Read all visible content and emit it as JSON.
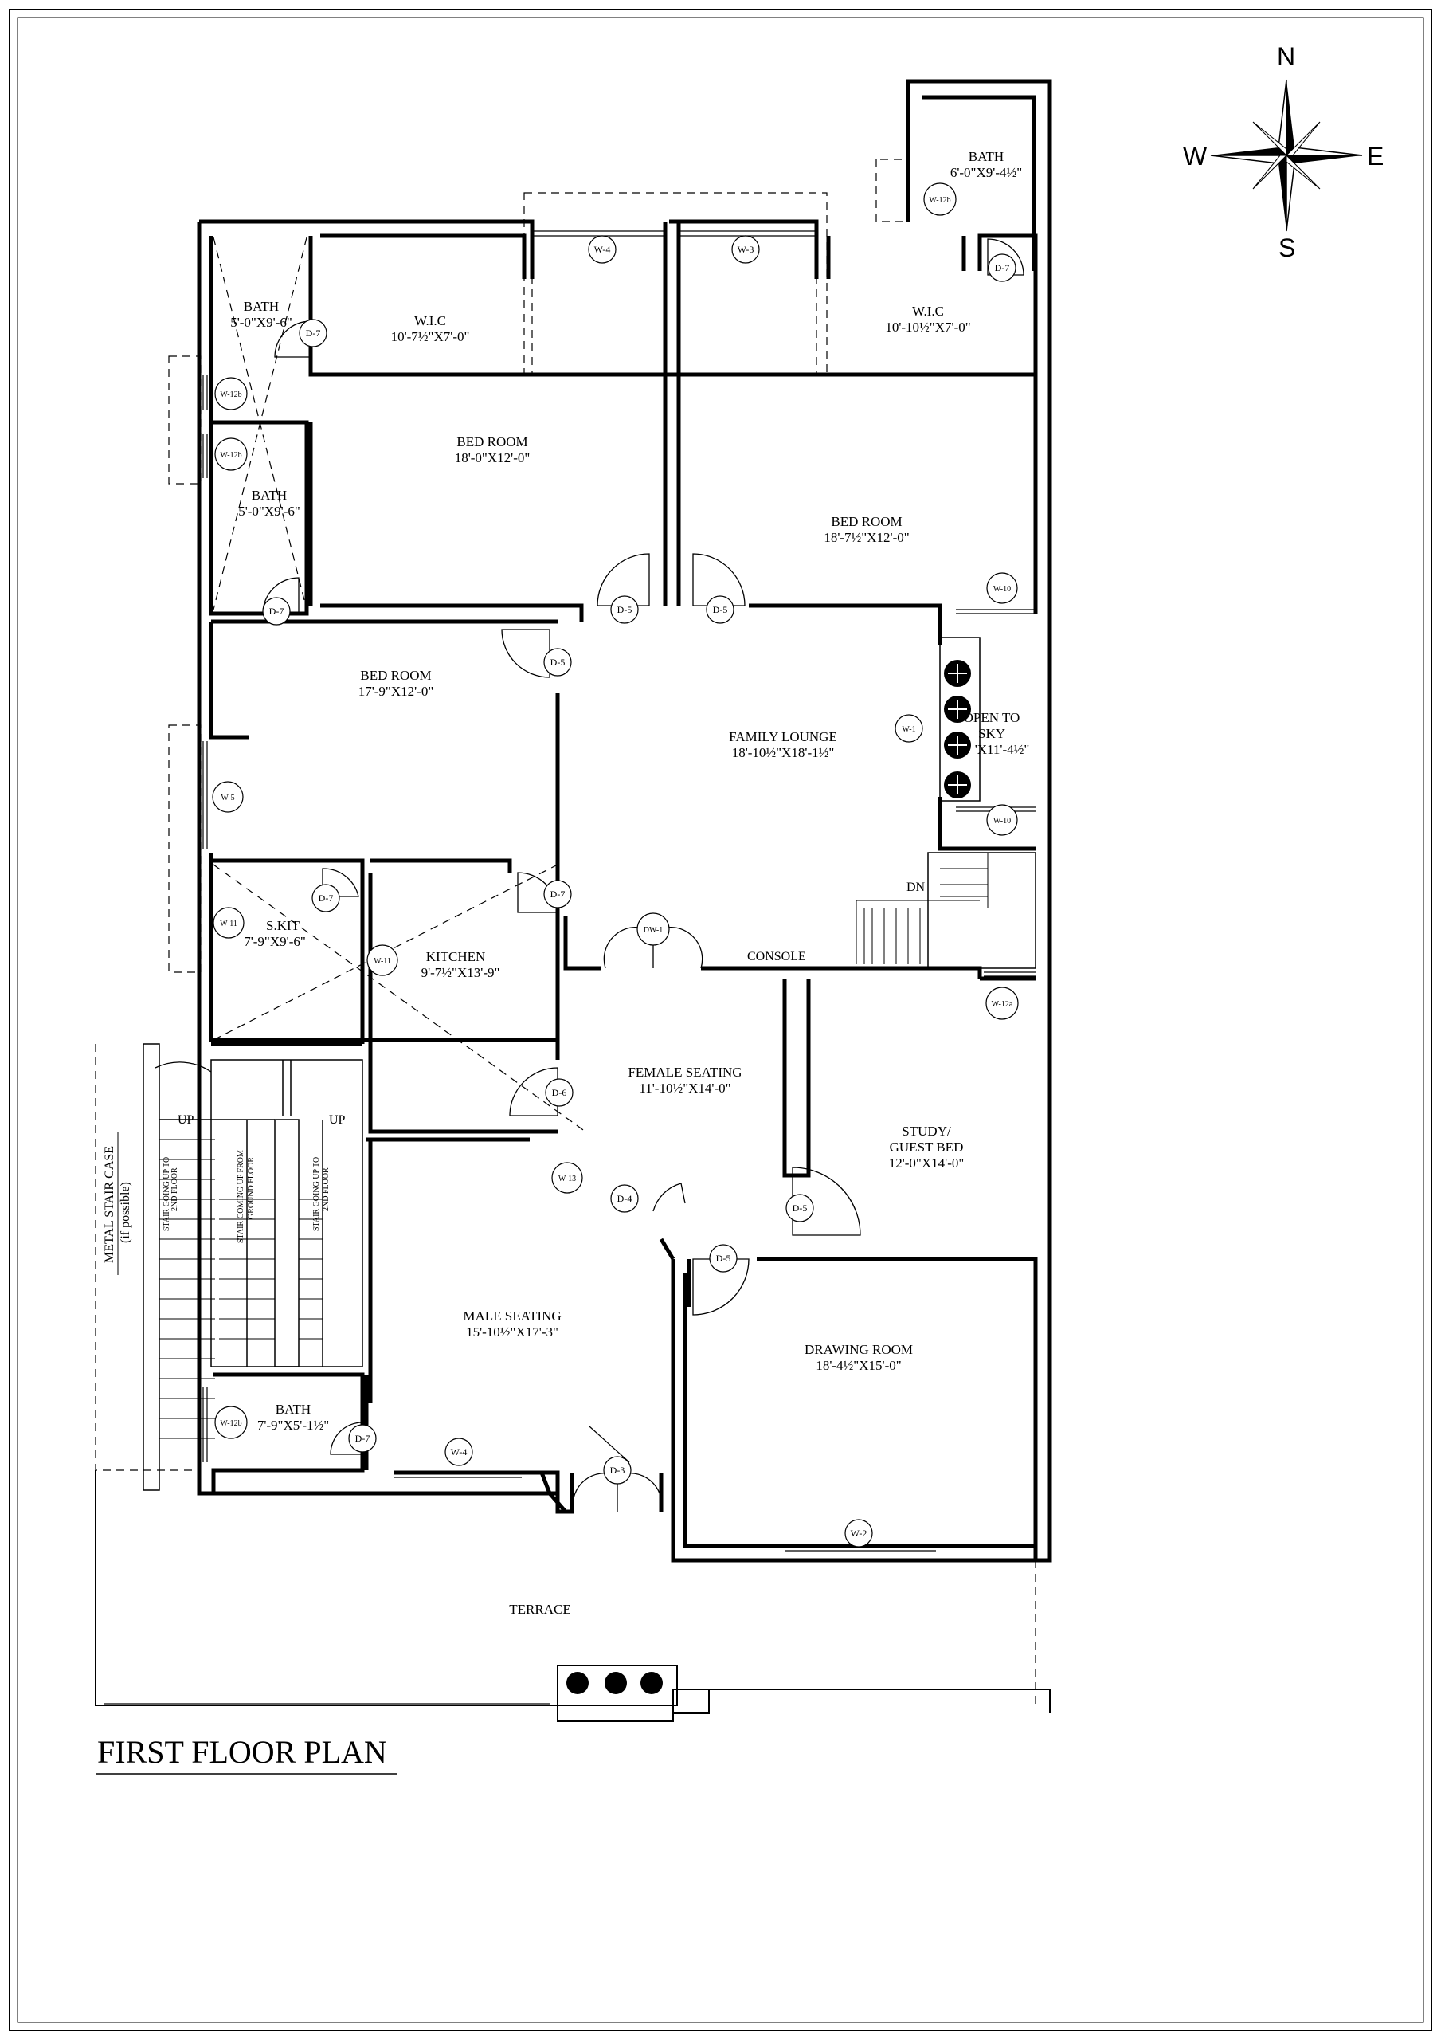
{
  "title": "FIRST FLOOR PLAN",
  "compass": {
    "north": "N",
    "south": "S",
    "east": "E",
    "west": "W"
  },
  "rooms": {
    "bath_nw1": {
      "name": "BATH",
      "size": "5'-0\"X9'-6\""
    },
    "wic_left": {
      "name": "W.I.C",
      "size": "10'-7½\"X7'-0\""
    },
    "bath_ne": {
      "name": "BATH",
      "size": "6'-0\"X9'-4½\""
    },
    "wic_right": {
      "name": "W.I.C",
      "size": "10'-10½\"X7'-0\""
    },
    "bed_center": {
      "name": "BED ROOM",
      "size": "18'-0\"X12'-0\""
    },
    "bath_nw2": {
      "name": "BATH",
      "size": "5'-0\"X9'-6\""
    },
    "bed_right": {
      "name": "BED ROOM",
      "size": "18'-7½\"X12'-0\""
    },
    "bed_left": {
      "name": "BED ROOM",
      "size": "17'-9\"X12'-0\""
    },
    "family_lounge": {
      "name": "FAMILY LOUNGE",
      "size": "18'-10½\"X18'-1½\""
    },
    "open_sky": {
      "name": "OPEN TO",
      "name2": "SKY",
      "size": "'X11'-4½\""
    },
    "skit": {
      "name": "S.KIT",
      "size": "7'-9\"X9'-6\""
    },
    "kitchen": {
      "name": "KITCHEN",
      "size": "9'-7½\"X13'-9\""
    },
    "female": {
      "name": "FEMALE SEATING",
      "size": "11'-10½\"X14'-0\""
    },
    "study": {
      "name": "STUDY/",
      "name2": "GUEST BED",
      "size": "12'-0\"X14'-0\""
    },
    "male": {
      "name": "MALE SEATING",
      "size": "15'-10½\"X17'-3\""
    },
    "drawing": {
      "name": "DRAWING ROOM",
      "size": "18'-4½\"X15'-0\""
    },
    "bath_sw": {
      "name": "BATH",
      "size": "7'-9\"X5'-1½\""
    },
    "terrace": {
      "name": "TERRACE"
    }
  },
  "labels": {
    "dn": "DN",
    "console": "CONSOLE",
    "up_left": "UP",
    "up_right": "UP",
    "metal_stair_1": "METAL STAIR CASE",
    "metal_stair_2": "(if possible)",
    "stair_going_up": "STAIR GOING UP TO",
    "second_floor": "2ND FLOOR",
    "stair_coming_up": "STAIR COMING UP FROM",
    "ground_floor": "GROUND FLOOR"
  },
  "tags": {
    "w4_top": "W-4",
    "w3": "W-3",
    "w12b_ne": "W-12b",
    "d7_ne": "D-7",
    "d7_wic": "D-7",
    "w12b_1": "W-12b",
    "w12b_2": "W-12b",
    "d7_bath2": "D-7",
    "d5_a": "D-5",
    "d5_b": "D-5",
    "d5_c": "D-5",
    "w10_a": "W-10",
    "w10_b": "W-10",
    "w1": "W-1",
    "w5": "W-5",
    "w11_a": "W-11",
    "w11_b": "W-11",
    "d7_skit": "D-7",
    "d7_kit": "D-7",
    "dw1": "DW-1",
    "w12a": "W-12a",
    "d6": "D-6",
    "w13": "W-13",
    "d4": "D-4",
    "d5_study": "D-5",
    "d5_draw": "D-5",
    "w12b_sw": "W-12b",
    "d7_sw": "D-7",
    "w4_bottom": "W-4",
    "d3": "D-3",
    "w2": "W-2"
  }
}
